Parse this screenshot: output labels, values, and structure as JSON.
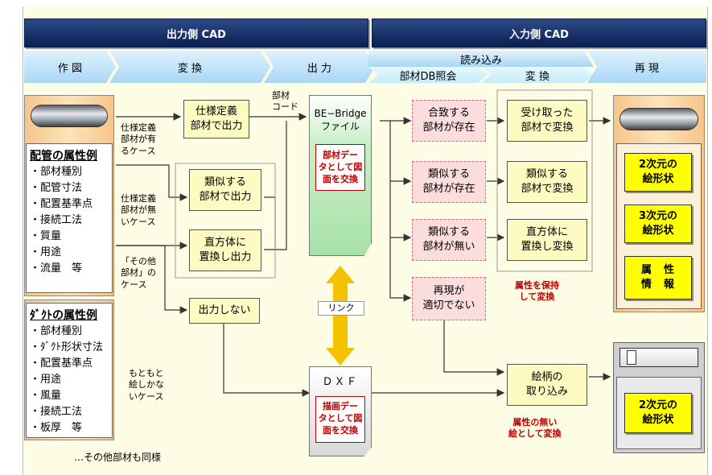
{
  "headers": {
    "output_cad": "出力側 CAD",
    "input_cad": "入力側 CAD"
  },
  "steps": {
    "drawing": "作 図",
    "convert": "変 換",
    "output": "出 力",
    "read": "読み込み",
    "db_ref": "部材DB照会",
    "convert2": "変 換",
    "reproduce": "再 現"
  },
  "left": {
    "piping_title": "配管の属性例",
    "piping_items": [
      "・部材種別",
      "・配管寸法",
      "・配置基準点",
      "・接続工法",
      "・質量",
      "・用途",
      "・流量　等"
    ],
    "duct_title": "ﾀﾞｸﾄの属性例",
    "duct_items": [
      "・部材種別",
      "・ﾀﾞｸﾄ形状寸法",
      "・配置基準点",
      "・用途",
      "・風量",
      "・接続工法",
      "・板厚　等"
    ],
    "footnote": "…その他部材も同様"
  },
  "cases": {
    "spec_defined": "仕様定義\n部材が有\nるケース",
    "spec_undefined": "仕様定義\n部材が無\nいケース",
    "other": "「その他\n部材」の\nケース",
    "drawing_only": "もともと\n絵しかな\nいケース"
  },
  "member_code": "部材\nコード",
  "conv_boxes": {
    "spec_out": "仕様定義\n部材で出力",
    "similar_out": "類似する\n部材で出力",
    "cuboid_out": "直方体に\n置換し出力",
    "no_out": "出力しない"
  },
  "files": {
    "bebridge_title": "BE−Bridge\nファイル",
    "bebridge_note": "部材デー\nタとして図\n面を交換",
    "link": "リンク",
    "dxf_title": "ＤＸＦ",
    "dxf_note": "描画デー\nタとして図\n面を交換"
  },
  "db_boxes": {
    "match": "合致する\n部材が存在",
    "similar": "類似する\n部材が存在",
    "none": "類似する\n部材が無い",
    "unsuitable": "再現が\n適切でない"
  },
  "in_conv": {
    "received": "受け取った\n部材で変換",
    "similar": "類似する\n部材で変換",
    "cuboid": "直方体に\n置換し変換",
    "pattern": "絵柄の\n取り込み"
  },
  "red_notes": {
    "keep_attr": "属性を保持\nして変換",
    "no_attr": "属性の無い\n絵として変換"
  },
  "results": {
    "shape2d": "2次元の\n絵形状",
    "shape3d": "3次元の\n絵形状",
    "attr_info": "属　性\n情　報",
    "shape2d_b": "2次元の\n絵形状"
  },
  "colors": {
    "header": "#0b1f52",
    "step": "#a9d7f5",
    "yellow_box": "#fdfbc2",
    "pink_box": "#fbdddd",
    "accent_yellow": "#ffff00",
    "link_arrow": "#f5c200",
    "red_text": "#c00000"
  }
}
